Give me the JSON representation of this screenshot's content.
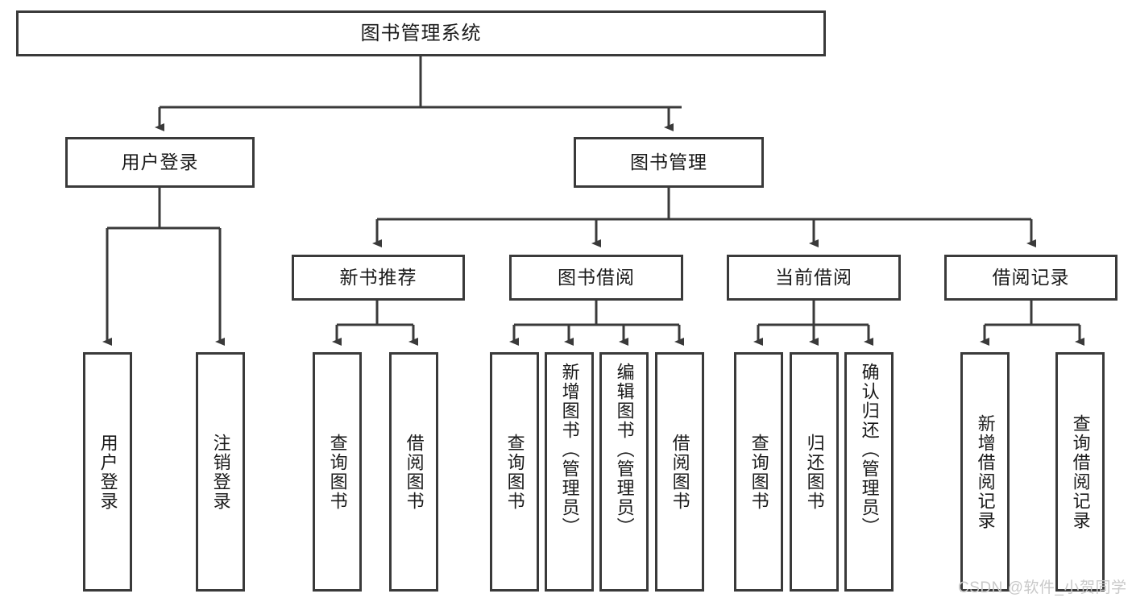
{
  "diagram": {
    "title": "图书管理系统",
    "type": "tree-hierarchy",
    "root": {
      "label": "图书管理系统"
    },
    "level2": [
      {
        "label": "用户登录"
      },
      {
        "label": "图书管理"
      }
    ],
    "level3": [
      {
        "label": "新书推荐"
      },
      {
        "label": "图书借阅"
      },
      {
        "label": "当前借阅"
      },
      {
        "label": "借阅记录"
      }
    ],
    "leaves": {
      "user_login": [
        {
          "label": "用户登录"
        },
        {
          "label": "注销登录"
        }
      ],
      "new_book_recommend": [
        {
          "label": "查询图书"
        },
        {
          "label": "借阅图书"
        }
      ],
      "book_borrow": [
        {
          "label": "查询图书"
        },
        {
          "label": "新增图书（管理员）"
        },
        {
          "label": "编辑图书（管理员）"
        },
        {
          "label": "借阅图书"
        }
      ],
      "current_borrow": [
        {
          "label": "查询图书"
        },
        {
          "label": "归还图书"
        },
        {
          "label": "确认归还（管理员）"
        }
      ],
      "borrow_record": [
        {
          "label": "新增借阅记录"
        },
        {
          "label": "查询借阅记录"
        }
      ]
    }
  },
  "watermark": {
    "text": "CSDN @软件_小贺同学"
  },
  "colors": {
    "box_border": "#3a3a3a",
    "box_fill": "#ffffff",
    "connector": "#3a3a3a",
    "text": "#1a1a1a",
    "watermark": "#c9c9c9"
  }
}
